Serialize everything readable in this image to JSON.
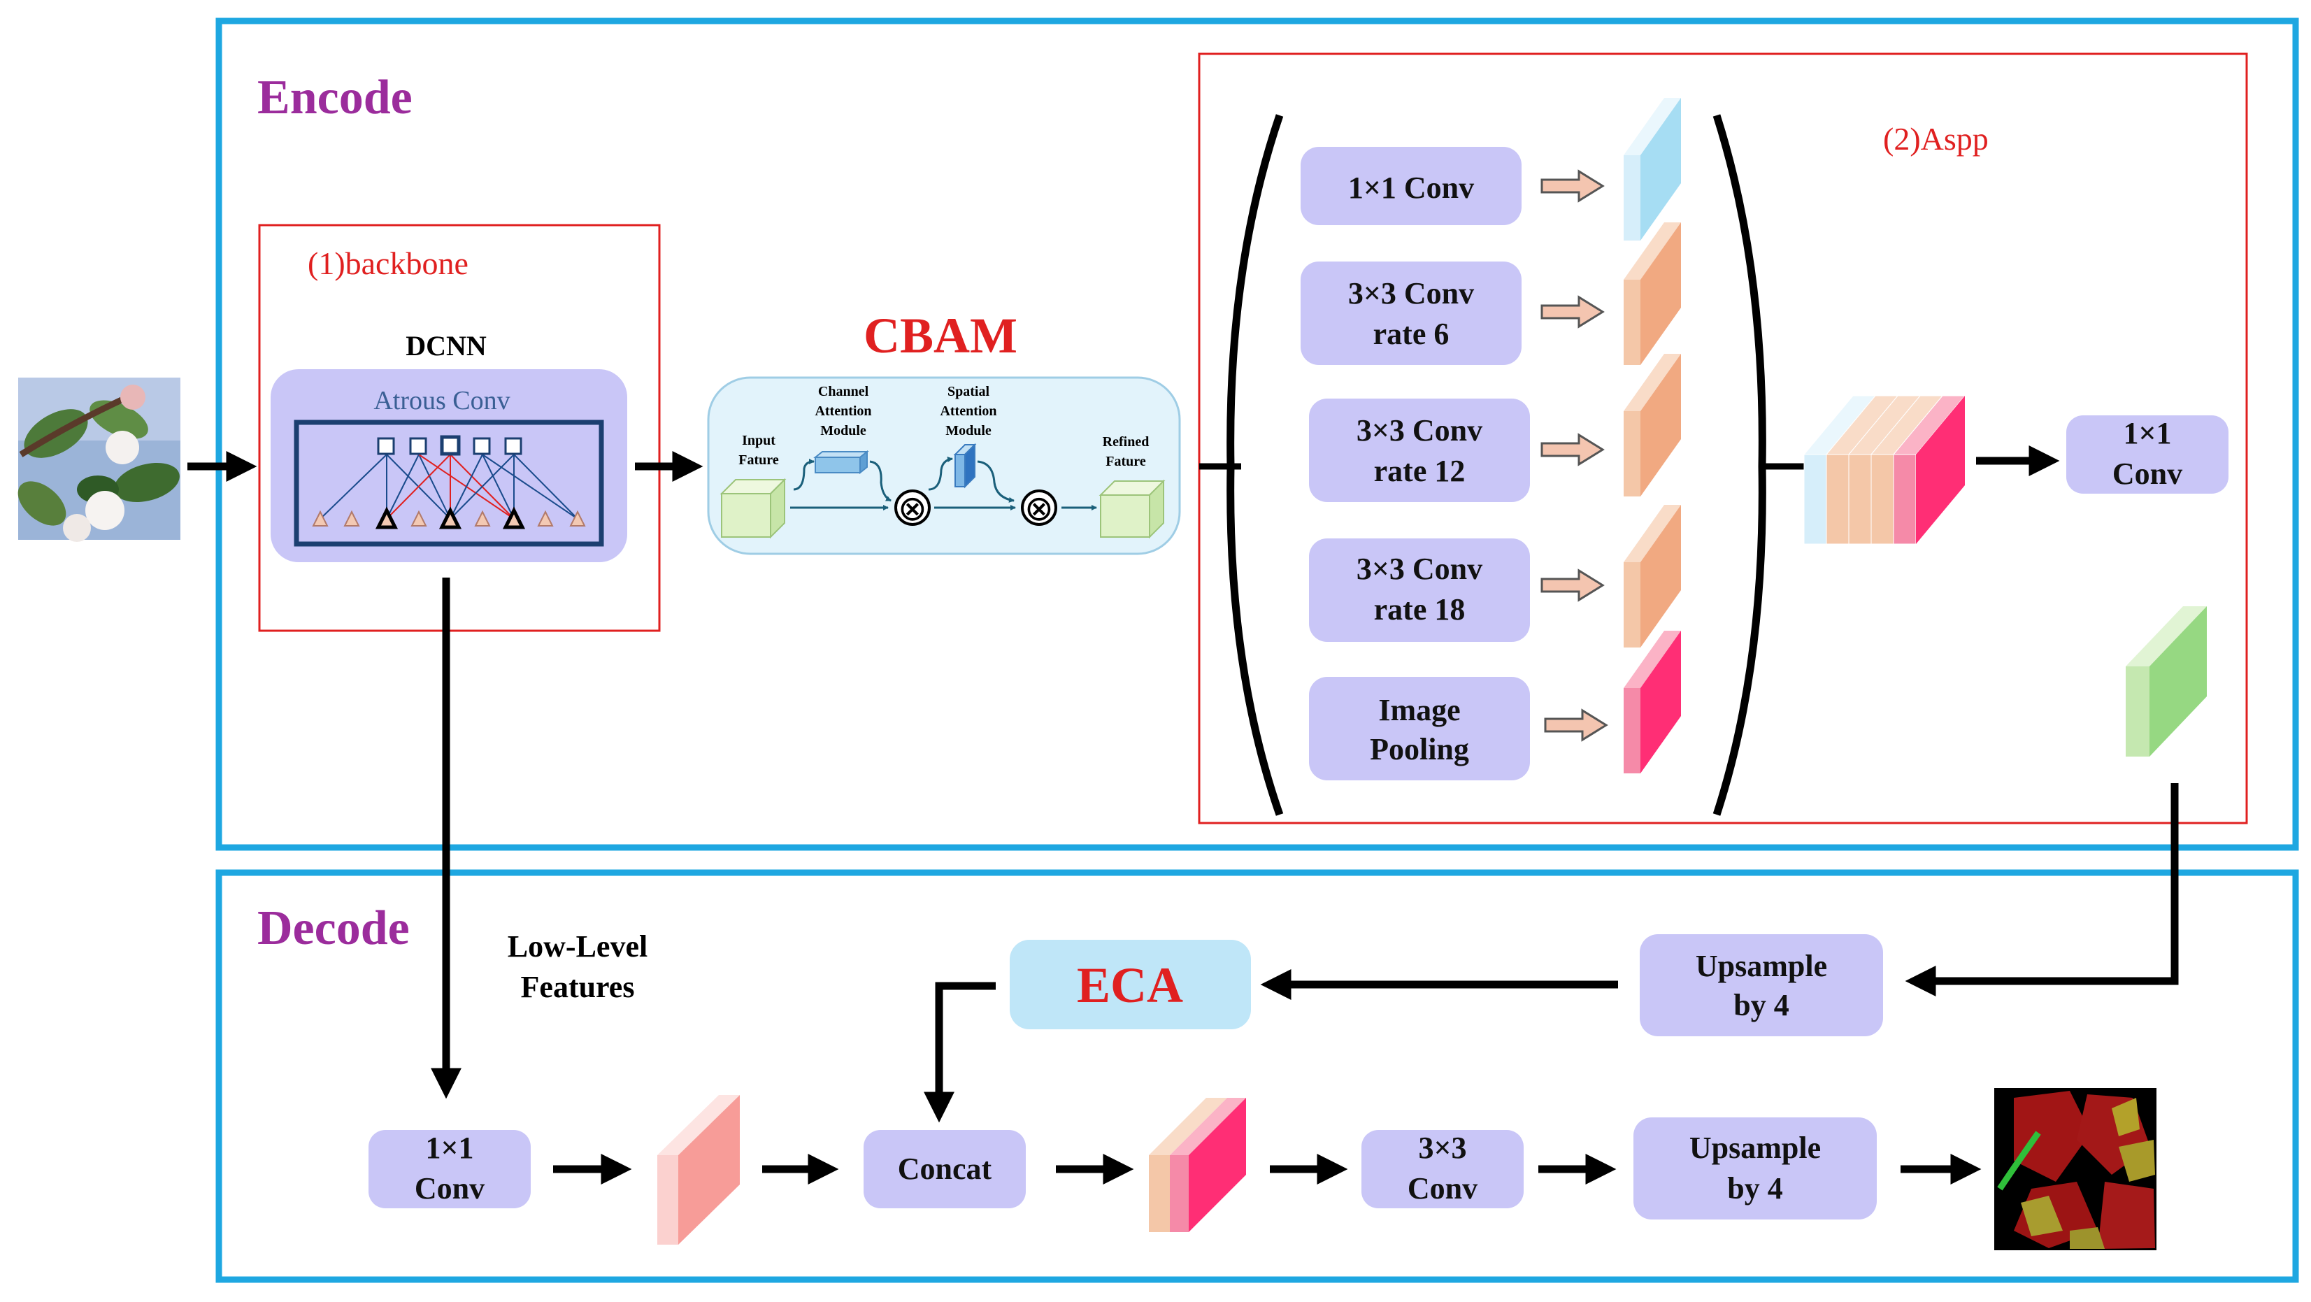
{
  "encode": {
    "title": "Encode",
    "backbone_label": "(1)backbone",
    "dcnn_label": "DCNN",
    "atrous_label": "Atrous Conv",
    "cbam": {
      "title": "CBAM",
      "input_label_1": "Input",
      "input_label_2": "Fature",
      "channel_1": "Channel",
      "channel_2": "Attention",
      "channel_3": "Module",
      "spatial_1": "Spatial",
      "spatial_2": "Attention",
      "spatial_3": "Module",
      "refined_1": "Refined",
      "refined_2": "Fature",
      "multiply_symbol": "⊗"
    },
    "aspp": {
      "label": "(2)Aspp",
      "branches": [
        {
          "line1": "1×1 Conv",
          "line2": ""
        },
        {
          "line1": "3×3 Conv",
          "line2": "rate 6"
        },
        {
          "line1": "3×3 Conv",
          "line2": "rate 12"
        },
        {
          "line1": "3×3 Conv",
          "line2": "rate 18"
        },
        {
          "line1": "Image",
          "line2": "Pooling"
        }
      ],
      "output_1": "1×1",
      "output_2": "Conv"
    }
  },
  "decode": {
    "title": "Decode",
    "low_level_1": "Low-Level",
    "low_level_2": "Features",
    "eca": "ECA",
    "upsample_top_1": "Upsample",
    "upsample_top_2": "by 4",
    "conv1x1_1": "1×1",
    "conv1x1_2": "Conv",
    "concat": "Concat",
    "conv3x3_1": "3×3",
    "conv3x3_2": "Conv",
    "upsample_bot_1": "Upsample",
    "upsample_bot_2": "by 4"
  },
  "colors": {
    "frame_blue": "#1ea7e1",
    "module_red": "#e02020",
    "title_purple": "#9b2c9c",
    "block_lavender": "#c9c6f7",
    "eca_fill": "#bfe6f8",
    "cbam_fill": "#e2f3fb"
  }
}
